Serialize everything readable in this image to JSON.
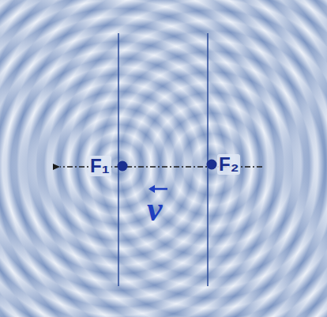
{
  "diagram": {
    "labels": [
      "F₁",
      "F₂",
      "v"
    ]
  }
}
